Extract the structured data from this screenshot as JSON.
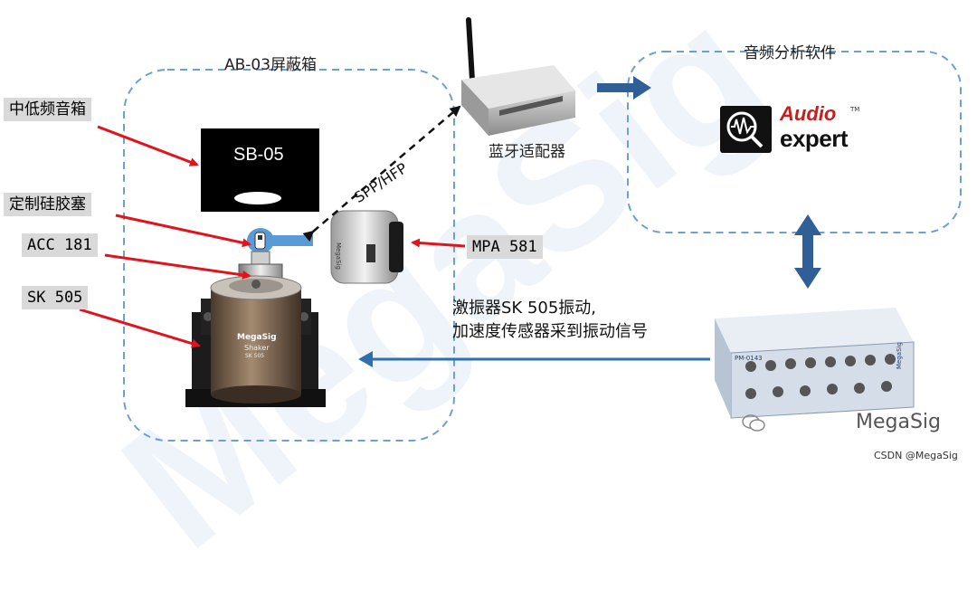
{
  "labels": {
    "shield_box": "AB-03屏蔽箱",
    "software": "音频分析软件",
    "bt_adapter": "蓝牙适配器",
    "speaker": "SB-05",
    "spp": "SPP/HFP",
    "note_line1": "激振器SK 505振动,",
    "note_line2": "加速度传感器采到振动信号"
  },
  "tags": {
    "speaker_tag": "中低频音箱",
    "plug_tag": "定制硅胶塞",
    "acc_tag": "ACC 181",
    "sk_tag": "SK 505",
    "mpa_tag": "MPA 581"
  },
  "logo": {
    "audio": "Audio",
    "expert": "expert",
    "tm": "TM"
  },
  "device": {
    "mpa_brand": "MegaSig",
    "shaker_brand": "MegaSig",
    "shaker_name": "Shaker",
    "shaker_model": "SK 505",
    "daq_model": "PM-0143",
    "daq_brand": "MegaSig"
  },
  "watermarks": {
    "big": "MegaSig",
    "wechat": "MegaSig",
    "csdn": "CSDN @MegaSig"
  },
  "colors": {
    "dashed": "#6aa0d4",
    "red_arrow": "#e0141e",
    "blue_arrow": "#2f6fb0",
    "tag_bg": "#d9d9d9"
  }
}
